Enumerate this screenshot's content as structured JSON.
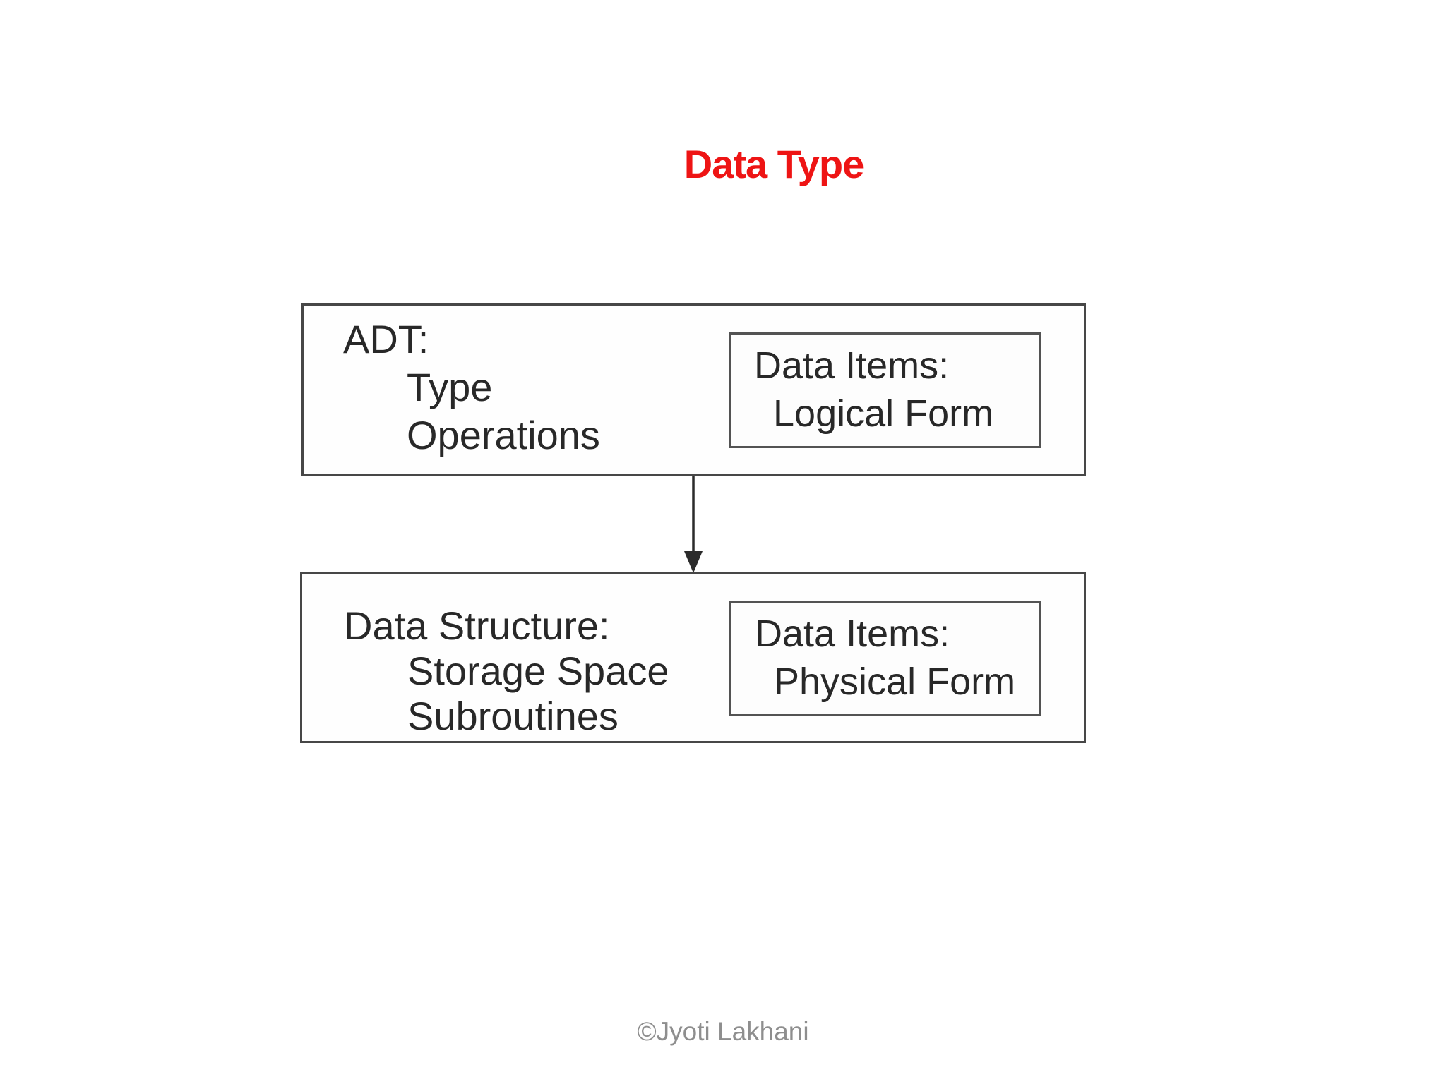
{
  "slide": {
    "title": "Data Type",
    "footer": "©Jyoti Lakhani",
    "colors": {
      "title_red": "#ee1414",
      "diagram_ink": "#282828",
      "box_border": "#474747",
      "footer_gray": "#8e8e8e"
    }
  },
  "diagram": {
    "arrow_icon": "down-arrow",
    "adt_box": {
      "lines": [
        "ADT:",
        "Type",
        "Operations"
      ],
      "inner": [
        "Data Items:",
        "Logical Form"
      ]
    },
    "ds_box": {
      "lines": [
        "Data Structure:",
        "Storage Space",
        "Subroutines"
      ],
      "inner": [
        "Data Items:",
        "Physical Form"
      ]
    }
  }
}
